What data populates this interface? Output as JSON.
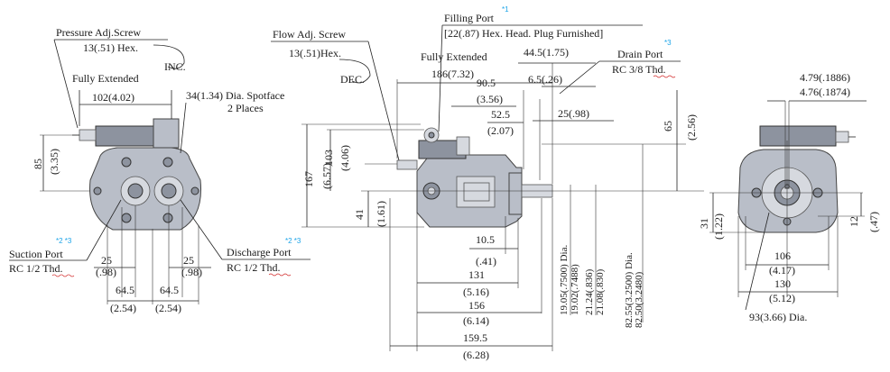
{
  "labels": {
    "pressure_adj_screw": "Pressure Adj.Screw",
    "pressure_hex": "13(.51) Hex.",
    "inc": "INC.",
    "fully_extended_left": "Fully Extended",
    "dim_102": "102(4.02)",
    "spotface_1": "34(1.34) Dia. Spotface",
    "spotface_2": "2 Places",
    "dim_85": "85",
    "dim_335": "(3.35)",
    "suction_port": "Suction Port",
    "suction_thd": "RC 1/2 Thd.",
    "suction_sup": "*2 *3",
    "dim_25_l": "25",
    "dim_098_l": "(.98)",
    "dim_25_r": "25",
    "dim_098_r": "(.98)",
    "dim_645_l": "64.5",
    "dim_254_l": "(2.54)",
    "dim_645_r": "64.5",
    "dim_254_r": "(2.54)",
    "flow_adj_screw": "Flow Adj. Screw",
    "flow_hex": "13(.51)Hex.",
    "dec": "DEC.",
    "discharge_port": "Discharge Port",
    "discharge_thd": "RC 1/2 Thd.",
    "discharge_sup": "*2 *3",
    "filling_port": "Filling Port",
    "filling_sup": "*1",
    "filling_desc": "[22(.87) Hex. Head. Plug Furnished]",
    "fully_extended_mid": "Fully Extended",
    "dim_186": "186(7.32)",
    "dim_90": "90.5",
    "dim_356": "(3.56)",
    "dim_445": "44.5(1.75)",
    "dim_65_small": "6.5(.26)",
    "drain_port": "Drain Port",
    "drain_sup": "*3",
    "drain_thd": "RC 3/8 Thd.",
    "dim_525": "52.5",
    "dim_207": "(2.07)",
    "dim_25_98": "25(.98)",
    "dim_65": "65",
    "dim_256": "(2.56)",
    "dim_167": "167",
    "dim_657": "(6.57)",
    "dim_103": "103",
    "dim_406": "(4.06)",
    "dim_41": "41",
    "dim_161": "(1.61)",
    "dim_105": "10.5",
    "dim_041": "(.41)",
    "dim_131": "131",
    "dim_516": "(5.16)",
    "dim_156": "156",
    "dim_614": "(6.14)",
    "dim_1595": "159.5",
    "dim_628": "(6.28)",
    "dia_1905": "19.05(.7500) Dia.",
    "dia_1902": "19.02(.7488)",
    "dia_2124": "21.24(.836)",
    "dia_2108": "21.08(.830)",
    "dia_8255": "82.55(3.2500) Dia.",
    "dia_8250": "82.50(3.2480)",
    "dim_479": "4.79(.1886)",
    "dim_476": "4.76(.1874)",
    "dim_31": "31",
    "dim_122": "(1.22)",
    "dim_12": "12",
    "dim_047": "(.47)",
    "dim_106": "106",
    "dim_417": "(4.17)",
    "dim_130": "130",
    "dim_512": "(5.12)",
    "dia_93": "93(3.66) Dia."
  },
  "colors": {
    "line": "#222222",
    "body": "#b9bec8",
    "body_dark": "#8d939f",
    "asterisk": "#1aa3e8"
  }
}
